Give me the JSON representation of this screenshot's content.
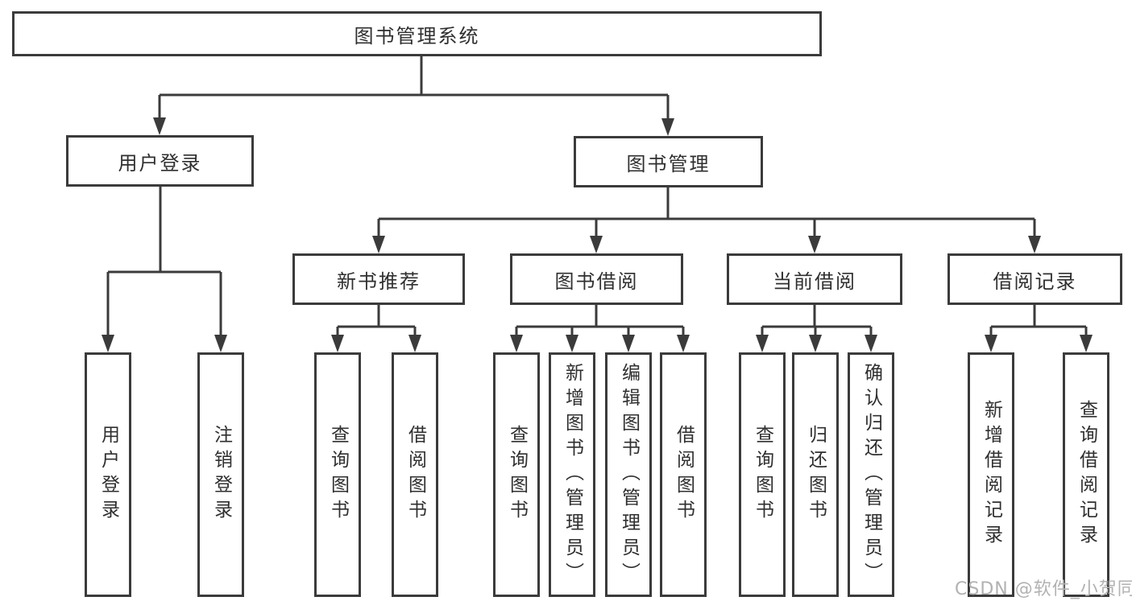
{
  "diagram": {
    "root": {
      "label": "图书管理系统"
    },
    "branches": [
      {
        "label": "用户登录",
        "leaves": [
          {
            "label": "用户登录"
          },
          {
            "label": "注销登录"
          }
        ]
      },
      {
        "label": "图书管理",
        "groups": [
          {
            "label": "新书推荐",
            "leaves": [
              {
                "label": "查询图书"
              },
              {
                "label": "借阅图书"
              }
            ]
          },
          {
            "label": "图书借阅",
            "leaves": [
              {
                "label": "查询图书"
              },
              {
                "label": "新增图书（管理员）"
              },
              {
                "label": "编辑图书（管理员）"
              },
              {
                "label": "借阅图书"
              }
            ]
          },
          {
            "label": "当前借阅",
            "leaves": [
              {
                "label": "查询图书"
              },
              {
                "label": "归还图书"
              },
              {
                "label": "确认归还（管理员）"
              }
            ]
          },
          {
            "label": "借阅记录",
            "leaves": [
              {
                "label": "新增借阅记录"
              },
              {
                "label": "查询借阅记录"
              }
            ]
          }
        ]
      }
    ]
  },
  "watermark": {
    "text": "CSDN @软件_小贺同学"
  },
  "colors": {
    "line": "#3b3b3b",
    "box_border": "#3b3b3b",
    "box_background": "#ffffff",
    "text": "#2f2f2f",
    "watermark": "#b3b1b1",
    "page_background": "#ffffff"
  }
}
